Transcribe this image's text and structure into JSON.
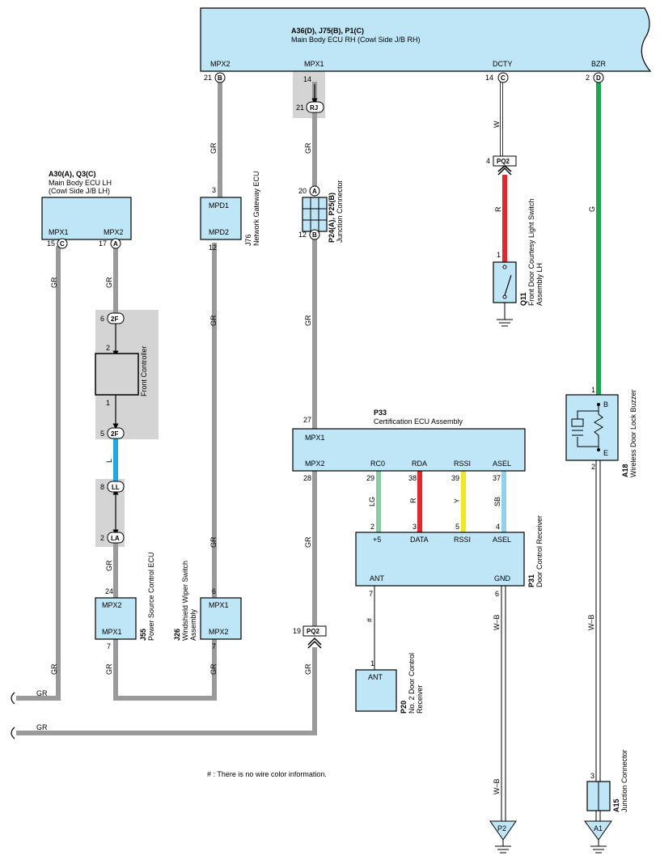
{
  "ecu_rh": {
    "code": "A36(D), J75(B), P1(C)",
    "name": "Main Body ECU RH (Cowl Side J/B RH)",
    "terms": {
      "mpx2": "MPX2",
      "mpx1": "MPX1",
      "dcty": "DCTY",
      "bzr": "BZR"
    },
    "pins": {
      "mpx2_n": "21",
      "mpx2_l": "B",
      "mpx1_n": "14",
      "dcty_n": "14",
      "dcty_l": "C",
      "bzr_n": "2",
      "bzr_l": "D"
    }
  },
  "rj": {
    "n": "21",
    "l": "RJ"
  },
  "ecu_lh": {
    "code": "A30(A), Q3(C)",
    "name1": "Main Body ECU LH",
    "name2": "(Cowl Side J/B LH)",
    "terms": {
      "mpx1": "MPX1",
      "mpx2": "MPX2"
    },
    "pins": {
      "mpx1_n": "15",
      "mpx1_l": "C",
      "mpx2_n": "17",
      "mpx2_l": "A"
    }
  },
  "gateway": {
    "code": "J76",
    "name": "Network Gateway ECU",
    "t1": "MPD1",
    "t2": "MPD2",
    "p1": "3",
    "p2": "12"
  },
  "jc": {
    "code": "P24(A), P25(B)",
    "name": "Junction Connector",
    "p1n": "20",
    "p1l": "A",
    "p2n": "12",
    "p2l": "B"
  },
  "pq2_top": {
    "n": "4",
    "l": "PQ2"
  },
  "switch": {
    "code": "Q11",
    "name1": "Front Door Courtesy Light Switch",
    "name2": "Assembly LH",
    "pin": "1"
  },
  "buzzer": {
    "code": "A18",
    "name": "Wireless Door Lock Buzzer",
    "pin1": "1",
    "pin2": "2",
    "b": "B",
    "e": "E"
  },
  "front_ctrl": {
    "name": "Front Controller",
    "p_top_n": "6",
    "p_top_l": "2F",
    "pin_a": "2",
    "pin_b": "1",
    "p_bot_n": "5",
    "p_bot_l": "2F"
  },
  "ll": {
    "n": "8",
    "l": "LL"
  },
  "la": {
    "n": "2",
    "la": "LA"
  },
  "cert": {
    "code": "P33",
    "name": "Certification ECU Assembly",
    "terms": {
      "mpx1": "MPX1",
      "mpx2": "MPX2",
      "rco": "RC0",
      "rda": "RDA",
      "rssi": "RSSI",
      "asel": "ASEL"
    },
    "pins": {
      "mpx1": "27",
      "mpx2": "28",
      "rco": "29",
      "rda": "38",
      "rssi": "39",
      "asel": "37"
    }
  },
  "rcv": {
    "code": "P31",
    "name": "Door Control Receiver",
    "terms": {
      "p5": "+5",
      "data": "DATA",
      "rssi": "RSSI",
      "asel": "ASEL",
      "ant": "ANT",
      "gnd": "GND"
    },
    "pins": {
      "p5": "2",
      "data": "3",
      "rssi": "5",
      "asel": "4",
      "ant": "7",
      "gnd": "6"
    }
  },
  "psc": {
    "code": "J55",
    "name": "Power Source Control ECU",
    "t1": "MPX2",
    "t2": "MPX1",
    "p1": "24",
    "p2": "7"
  },
  "wiper": {
    "code": "J26",
    "name1": "Windshield Wiper Switch",
    "name2": "Assembly",
    "t1": "MPX1",
    "t2": "MPX2",
    "p1": "6",
    "p2": "7"
  },
  "pq2_bot": {
    "n": "19",
    "l": "PQ2"
  },
  "no2": {
    "code": "P20",
    "name1": "No. 2 Door Control",
    "name2": "Receiver",
    "term": "ANT",
    "pin": "1"
  },
  "a15": {
    "code": "A15",
    "name": "Junction Connector",
    "pin": "3"
  },
  "grounds": {
    "p2": "P2",
    "a1": "A1"
  },
  "wires": {
    "gr": "GR",
    "w": "W",
    "r": "R",
    "g": "G",
    "l": "L",
    "lg": "LG",
    "y": "Y",
    "sb": "SB",
    "wb": "W–B",
    "hash": "#"
  },
  "note": "# : There is no wire color information.",
  "colors": {
    "gray": "#9a9a9a",
    "red": "#e8262a",
    "green": "#18a94e",
    "blue": "#1fa8e6",
    "lightgreen": "#86cfa2",
    "yellow": "#f4e61b",
    "skyblue": "#8dd3ef",
    "box": "#bfe6f7"
  }
}
